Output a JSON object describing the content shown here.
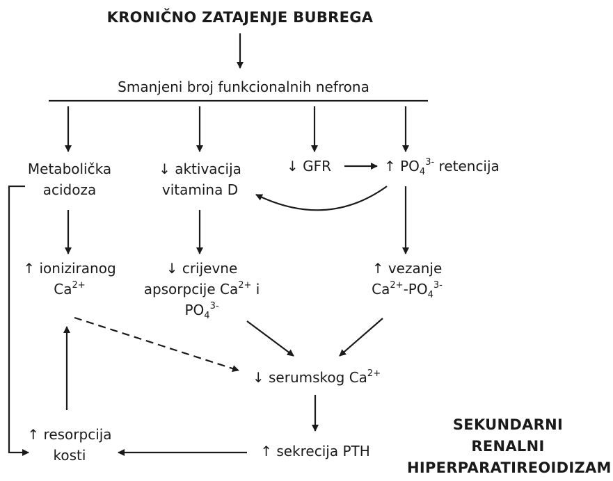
{
  "title": "KRONIČNO ZATAJENJE BUBREGA",
  "nephron": "Smanjeni broj funkcionalnih nefrona",
  "acidosis": [
    "Metabolička",
    "acidoza"
  ],
  "vitd": [
    "↓ aktivacija",
    "vitamina D"
  ],
  "gfr": "↓ GFR",
  "po4ret": {
    "pre": "↑ PO",
    "sub": "4",
    "sup": "3-",
    "post": " retencija"
  },
  "ionized": {
    "line1": "↑ ioniziranog",
    "ca": "Ca",
    "sup": "2+"
  },
  "gut": {
    "line1": "↓ crijevne",
    "line2": "apsorpcije Ca",
    "sup1": "2+",
    "line2b": " i",
    "po": "PO",
    "sub": "4",
    "sup2": "3-"
  },
  "binding": {
    "line1": "↑ vezanje",
    "ca": "Ca",
    "sup1": "2+",
    "dash": "-PO",
    "sub": "4",
    "sup2": "3-"
  },
  "serum": {
    "text": "↓ serumskog Ca",
    "sup": "2+"
  },
  "pth": "↑ sekrecija PTH",
  "resorption": [
    "↑ resorpcija",
    "kosti"
  ],
  "result": [
    "SEKUNDARNI",
    "RENALNI",
    "HIPERPARATIREOIDIZAM"
  ],
  "colors": {
    "ink": "#1a1a1a",
    "background": "#ffffff"
  }
}
